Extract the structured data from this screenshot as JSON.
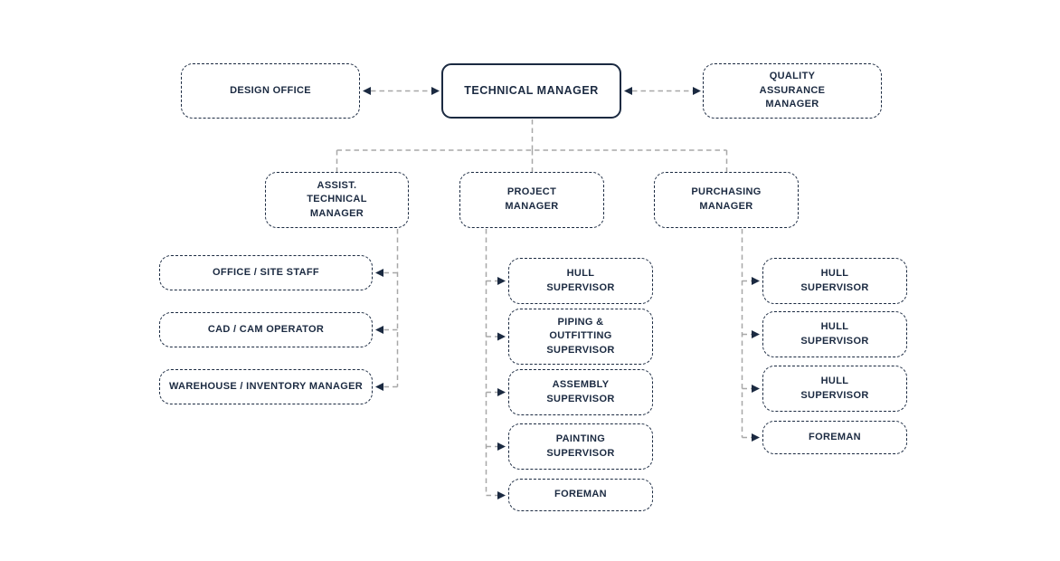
{
  "diagram": {
    "type": "org-chart",
    "colors": {
      "node_border": "#1b2a41",
      "node_text": "#1b2a41",
      "arrowhead": "#1b2a41",
      "connector": "#a8a8a8",
      "background": "#ffffff"
    },
    "nodes": {
      "design_office": {
        "label": "DESIGN OFFICE"
      },
      "technical_manager": {
        "label": "TECHNICAL MANAGER"
      },
      "quality_assurance_manager": {
        "label": "QUALITY\nASSURANCE\nMANAGER"
      },
      "assist_technical_manager": {
        "label": "ASSIST.\nTECHNICAL\nMANAGER"
      },
      "project_manager": {
        "label": "PROJECT\nMANAGER"
      },
      "purchasing_manager": {
        "label": "PURCHASING\nMANAGER"
      },
      "office_site_staff": {
        "label": "OFFICE / SITE STAFF"
      },
      "cad_cam_operator": {
        "label": "CAD / CAM OPERATOR"
      },
      "warehouse_inventory_manager": {
        "label": "WAREHOUSE / INVENTORY MANAGER"
      },
      "pm_hull_supervisor": {
        "label": "HULL\nSUPERVISOR"
      },
      "pm_piping_outfitting_supervisor": {
        "label": "PIPING &\nOUTFITTING\nSUPERVISOR"
      },
      "pm_assembly_supervisor": {
        "label": "ASSEMBLY\nSUPERVISOR"
      },
      "pm_painting_supervisor": {
        "label": "PAINTING\nSUPERVISOR"
      },
      "pm_foreman": {
        "label": "FOREMAN"
      },
      "pu_hull_supervisor_1": {
        "label": "HULL\nSUPERVISOR"
      },
      "pu_hull_supervisor_2": {
        "label": "HULL\nSUPERVISOR"
      },
      "pu_hull_supervisor_3": {
        "label": "HULL\nSUPERVISOR"
      },
      "pu_foreman": {
        "label": "FOREMAN"
      }
    },
    "edges": [
      {
        "from": "technical_manager",
        "to": "design_office",
        "style": "double-arrow"
      },
      {
        "from": "technical_manager",
        "to": "quality_assurance_manager",
        "style": "double-arrow"
      },
      {
        "from": "technical_manager",
        "to": "assist_technical_manager",
        "style": "line"
      },
      {
        "from": "technical_manager",
        "to": "project_manager",
        "style": "line"
      },
      {
        "from": "technical_manager",
        "to": "purchasing_manager",
        "style": "line"
      },
      {
        "from": "assist_technical_manager",
        "to": "office_site_staff",
        "style": "arrow"
      },
      {
        "from": "assist_technical_manager",
        "to": "cad_cam_operator",
        "style": "arrow"
      },
      {
        "from": "assist_technical_manager",
        "to": "warehouse_inventory_manager",
        "style": "arrow"
      },
      {
        "from": "project_manager",
        "to": "pm_hull_supervisor",
        "style": "arrow"
      },
      {
        "from": "project_manager",
        "to": "pm_piping_outfitting_supervisor",
        "style": "arrow"
      },
      {
        "from": "project_manager",
        "to": "pm_assembly_supervisor",
        "style": "arrow"
      },
      {
        "from": "project_manager",
        "to": "pm_painting_supervisor",
        "style": "arrow"
      },
      {
        "from": "project_manager",
        "to": "pm_foreman",
        "style": "arrow"
      },
      {
        "from": "purchasing_manager",
        "to": "pu_hull_supervisor_1",
        "style": "arrow"
      },
      {
        "from": "purchasing_manager",
        "to": "pu_hull_supervisor_2",
        "style": "arrow"
      },
      {
        "from": "purchasing_manager",
        "to": "pu_hull_supervisor_3",
        "style": "arrow"
      },
      {
        "from": "purchasing_manager",
        "to": "pu_foreman",
        "style": "arrow"
      }
    ]
  }
}
